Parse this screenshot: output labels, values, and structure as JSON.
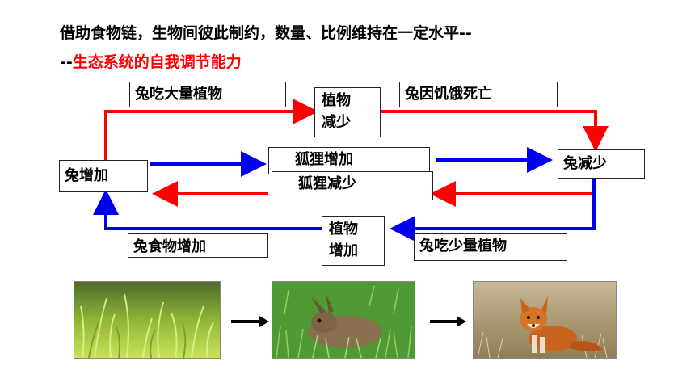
{
  "heading": "借助食物链，生物间彼此制约，数量、比例维持在一定水平--",
  "subheading": {
    "dash": "--",
    "highlight": "生态系统的自我调节能力"
  },
  "boxes": {
    "rabbit_eats_more": "兔吃大量植物",
    "plants_decrease_line1": "植物",
    "plants_decrease_line2": "减少",
    "rabbit_starves": "兔因饥饿死亡",
    "rabbit_increase": "兔增加",
    "fox_increase": "狐狸增加",
    "fox_decrease": "狐狸减少",
    "rabbit_decrease": "兔减少",
    "plants_increase_line1": "植物",
    "plants_increase_line2": "增加",
    "rabbit_food_increase": "兔食物增加",
    "rabbit_eats_less": "兔吃少量植物"
  },
  "colors": {
    "red_arrow": "#ff0000",
    "blue_arrow": "#0000ee",
    "highlight_text": "#ff0000"
  },
  "photos": [
    "grass-photo",
    "rabbit-photo",
    "fox-photo"
  ]
}
